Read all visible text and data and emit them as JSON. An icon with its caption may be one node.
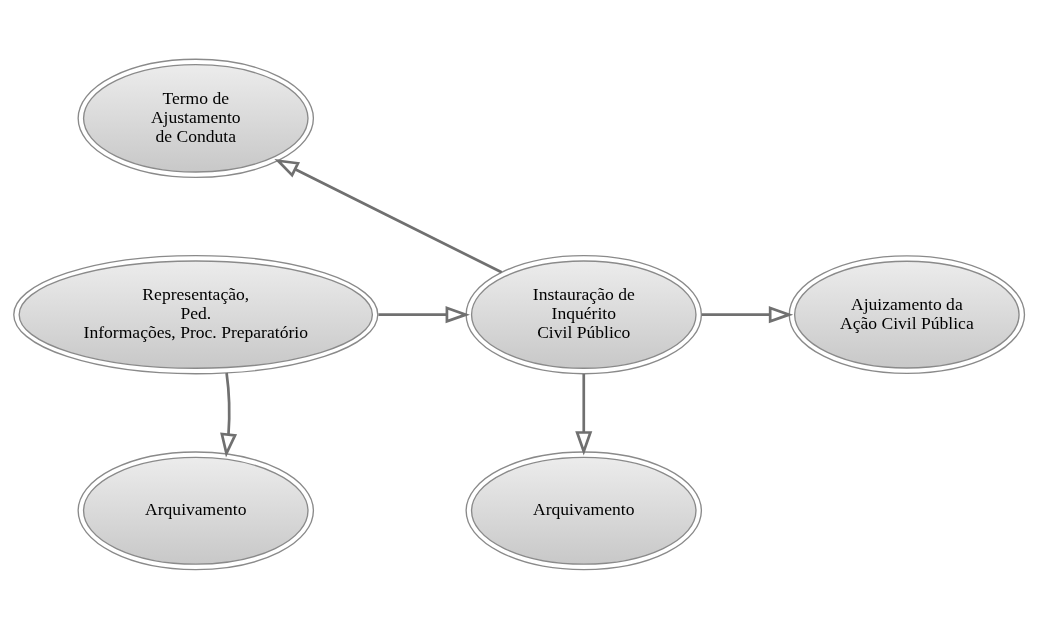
{
  "diagram": {
    "nodes": [
      {
        "text": [
          "Termo de Ajustamento de Conduta"
        ]
      },
      {
        "text": [
          "Representação, Ped. Informações, Proc. Preparatório"
        ]
      },
      {
        "text": [
          "Instauração de Inquérito Civil Público"
        ]
      },
      {
        "text": [
          "Ajuizamento da Ação Civil Pública"
        ]
      },
      {
        "text": [
          "Arquivamento"
        ]
      },
      {
        "text": [
          "Arquivamento"
        ]
      }
    ],
    "edges": [
      {
        "from": 1,
        "to": 2,
        "arrow": "to"
      },
      {
        "from": 2,
        "to": 0,
        "arrow": "to"
      },
      {
        "from": 2,
        "to": 3,
        "arrow": "to"
      },
      {
        "from": 1,
        "to": 4,
        "arrow": "to"
      },
      {
        "from": 2,
        "to": 5,
        "arrow": "to"
      }
    ]
  }
}
